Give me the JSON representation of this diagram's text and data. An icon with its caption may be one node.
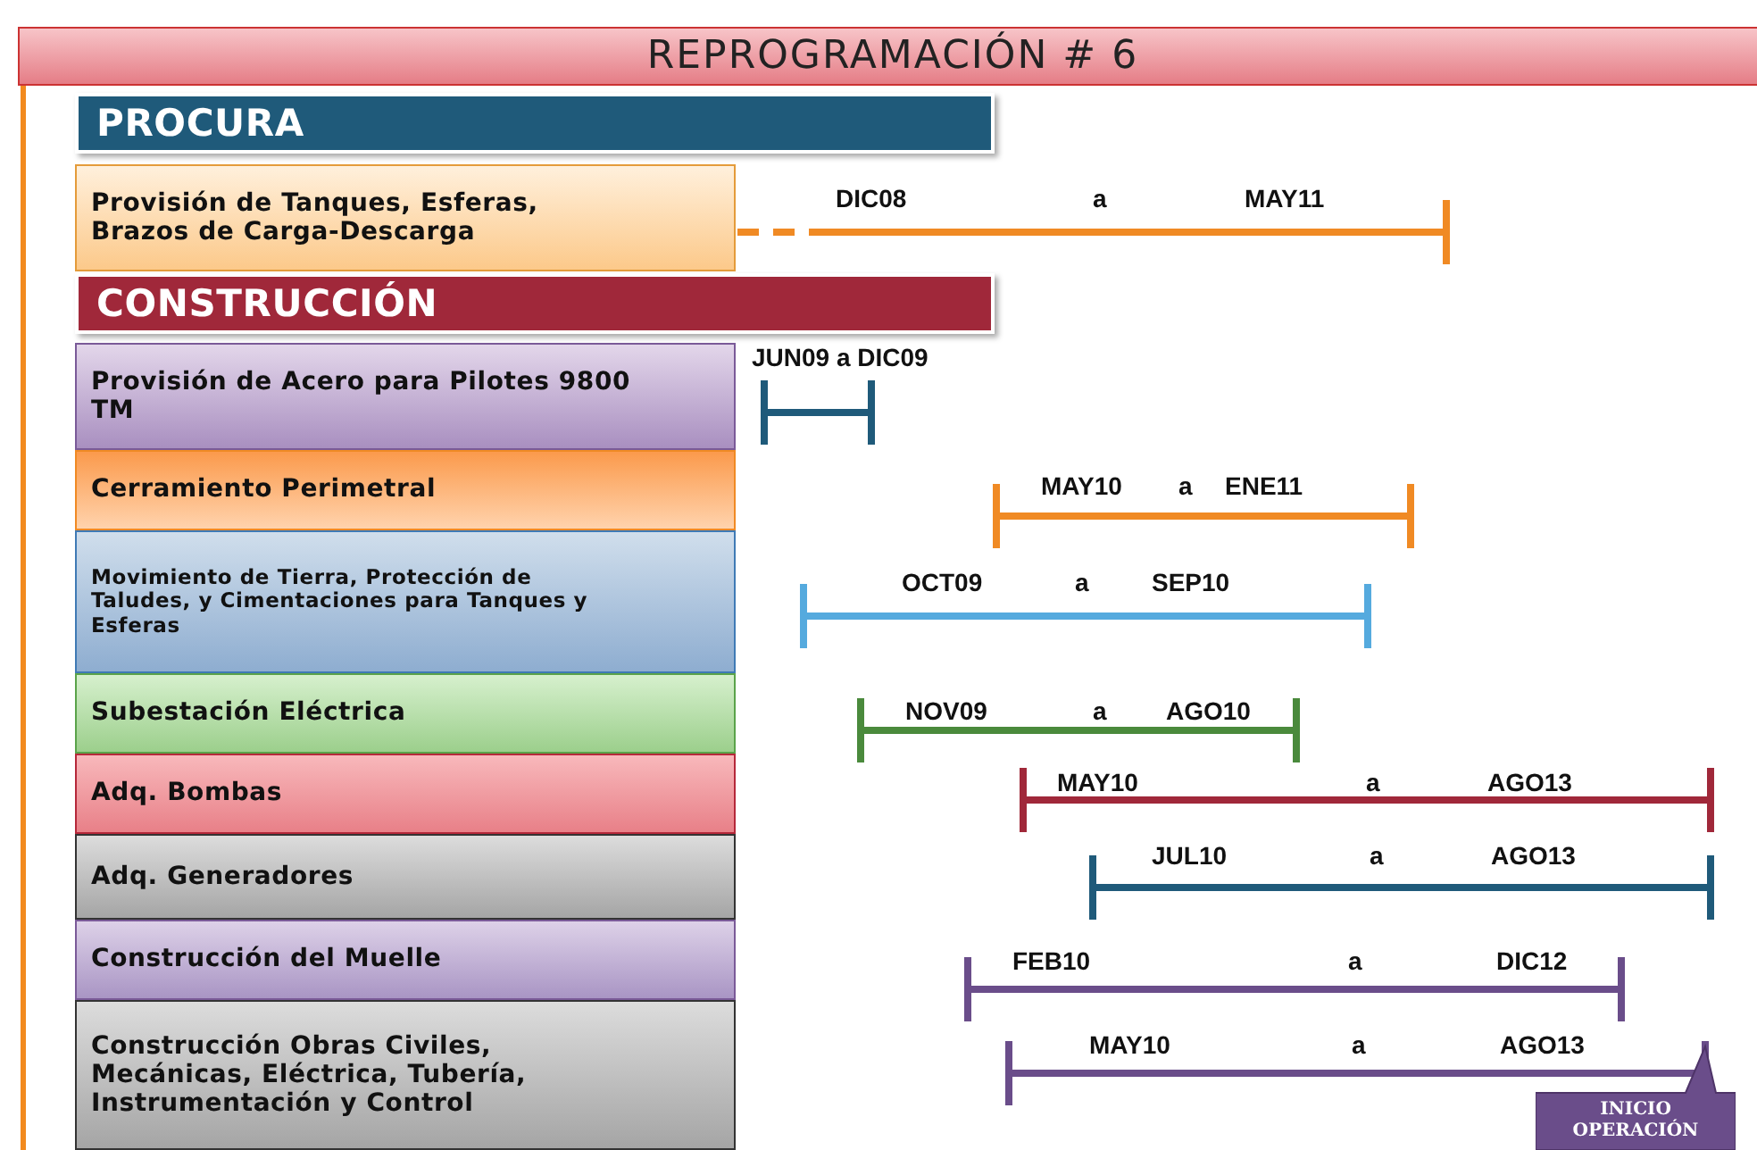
{
  "diagram": {
    "title": "REPROGRAMACIÓN # 6",
    "nodes": [
      {
        "text": [
          "PROCURA"
        ]
      },
      {
        "text": [
          "Provisión de Tanques, Esferas, Brazos de Carga-Descarga"
        ]
      },
      {
        "text": [
          "CONSTRUCCIÓN"
        ]
      },
      {
        "text": [
          "Provisión de Acero para Pilotes 9800 TM"
        ]
      },
      {
        "text": [
          "Cerramiento Perimetral"
        ]
      },
      {
        "text": [
          "Movimiento de Tierra, Protección de Taludes, y Cimentaciones para Tanques y Esferas"
        ]
      },
      {
        "text": [
          "Subestación Eléctrica"
        ]
      },
      {
        "text": [
          "Adq. Bombas"
        ]
      },
      {
        "text": [
          "Adq. Generadores"
        ]
      },
      {
        "text": [
          "Construcción del Muelle"
        ]
      },
      {
        "text": [
          "Construcción Obras Civiles, Mecánicas, Eléctrica, Tubería, Instrumentación y Control"
        ]
      },
      {
        "text": [
          "INICIO OPERACIÓN"
        ]
      }
    ],
    "labels": [
      "DIC08",
      "a",
      "MAY11",
      "JUN09 a DIC09",
      "MAY10",
      "a",
      "ENE11",
      "OCT09",
      "a",
      "SEP10",
      "NOV09",
      "a",
      "AGO10",
      "MAY10",
      "a",
      "AGO13",
      "JUL10",
      "a",
      "AGO13",
      "FEB10",
      "a",
      "DIC12",
      "MAY10",
      "a",
      "AGO13"
    ]
  }
}
